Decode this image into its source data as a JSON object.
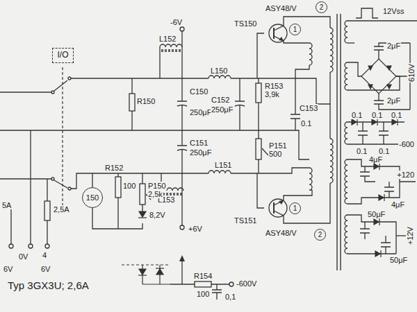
{
  "diagram": {
    "nodes": [
      {
        "text": [
          "2"
        ]
      },
      {
        "text": [
          "1"
        ]
      },
      {
        "text": [
          "I/O"
        ]
      },
      {
        "text": [
          "150"
        ]
      },
      {
        "text": [
          "1"
        ]
      },
      {
        "text": [
          "2"
        ]
      }
    ],
    "labels": [
      "-6V",
      "L152",
      "R150",
      "C150",
      "250μF",
      "L150",
      "R153",
      "3,9k",
      "C152",
      "250μF",
      "C153",
      "0.1",
      "P151",
      "500",
      "C151",
      "250μF",
      "L151",
      "L153",
      "+6V",
      "R152",
      "100",
      "P150",
      "2,5k",
      "8,2V",
      "ASY48/V",
      "TS150",
      "TS151",
      "ASY48/V",
      "12Vss",
      "2μF",
      "2μF",
      "610V",
      "0.1",
      "0.1",
      "0.1",
      "0.1",
      "0.1",
      "-600",
      "4μF",
      "+120",
      "4μF",
      "50μF",
      "50μF",
      "+12V",
      "5A",
      "2,5A",
      "0V",
      "4",
      "6V",
      "6V",
      "Typ 3GX3U; 2,6A",
      "R154",
      "100",
      "0,1",
      "-600V"
    ]
  }
}
